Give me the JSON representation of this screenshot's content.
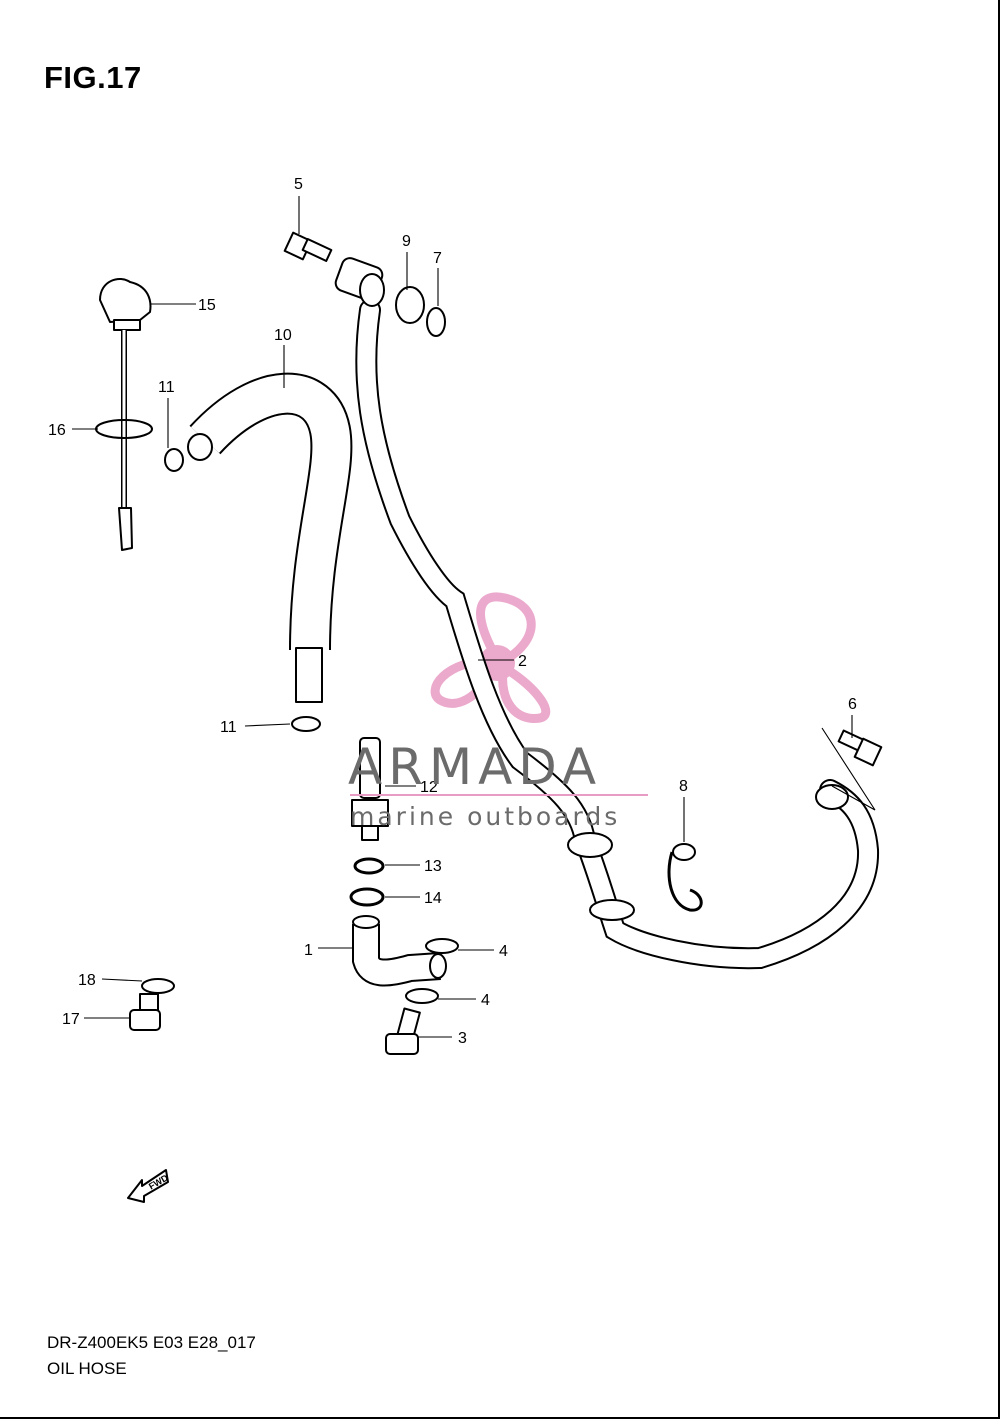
{
  "figure": {
    "title": "FIG.17"
  },
  "footer": {
    "code": "DR-Z400EK5 E03 E28_017",
    "caption": "OIL HOSE"
  },
  "callouts": [
    "1",
    "2",
    "3",
    "4",
    "4",
    "5",
    "6",
    "7",
    "8",
    "9",
    "10",
    "11",
    "11",
    "12",
    "13",
    "14",
    "15",
    "16",
    "17",
    "18"
  ],
  "watermark": {
    "brand": "ARMADA",
    "tagline": "marine outboards",
    "logo_color": "#e89bc4"
  },
  "fwd_label": "FWD"
}
